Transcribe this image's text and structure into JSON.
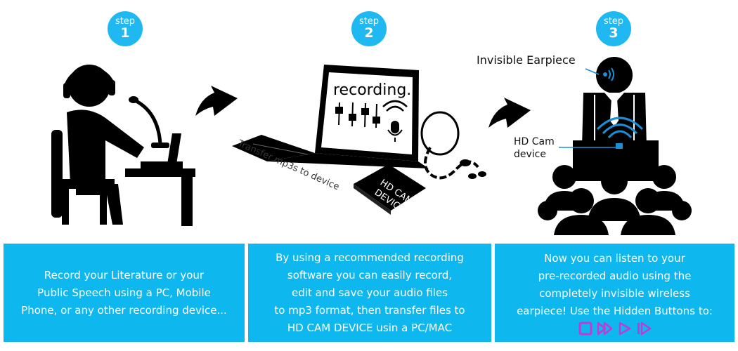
{
  "steps": [
    {
      "word": "step",
      "number": "1"
    },
    {
      "word": "step",
      "number": "2"
    },
    {
      "word": "step",
      "number": "3"
    }
  ],
  "laptop": {
    "screen_text": "recording.."
  },
  "device": {
    "label_line1": "HD CAM",
    "label_line2": "DEVICE"
  },
  "transfer_label": "Transfer mp3s to device",
  "labels": {
    "earpiece": "Invisible Earpiece",
    "hd_cam_line1": "HD Cam",
    "hd_cam_line2": "device"
  },
  "boxes": [
    {
      "lines": [
        "Record your Literature or your",
        "Public Speech using a PC, Mobile",
        "Phone, or any other recording device..."
      ]
    },
    {
      "lines": [
        "By using a recommended recording",
        "software you can easily record,",
        "edit and save your audio files",
        "to mp3 format, then transfer files to",
        "HD CAM DEVICE usin a PC/MAC"
      ]
    },
    {
      "lines": [
        "Now you can listen to your",
        "pre-recorded audio using the",
        "completely invisible wireless",
        "earpiece! Use the Hidden Buttons to:"
      ]
    }
  ],
  "hidden_buttons": [
    {
      "icon": "stop-icon"
    },
    {
      "icon": "fast-forward-icon"
    },
    {
      "icon": "play-icon"
    },
    {
      "icon": "next-track-icon"
    }
  ],
  "colors": {
    "accent": "#0fb7ef",
    "badge": "#1fb8f0",
    "buttons": "#c13ad6",
    "signal": "#1a8fd6"
  }
}
